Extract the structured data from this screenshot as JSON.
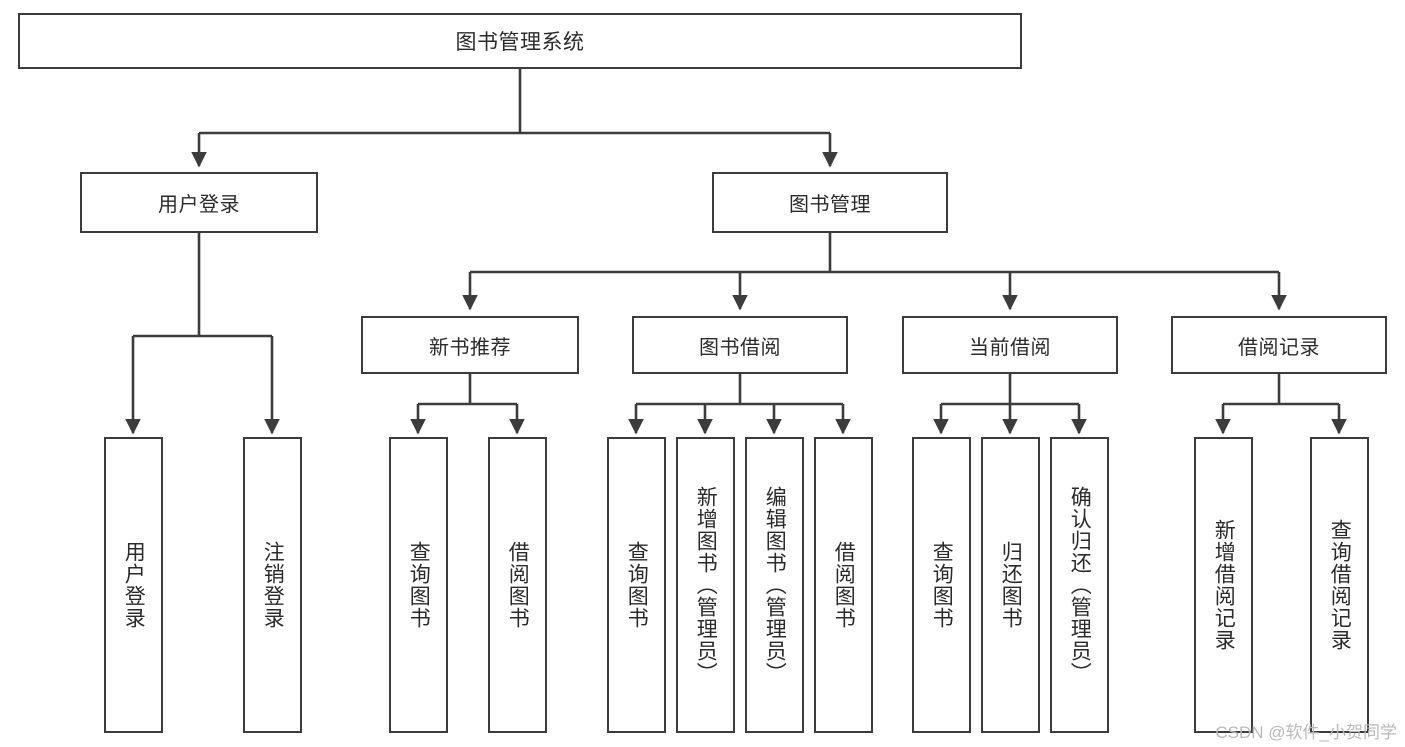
{
  "diagram": {
    "title": "图书管理系统",
    "type": "hierarchy-tree",
    "watermark": "CSDN @软件_小贺同学",
    "colors": {
      "background": "#ffffff",
      "box_border": "#3c3c3c",
      "box_fill": "#ffffff",
      "connector": "#3c3c3c",
      "text": "#2b2b2b",
      "watermark": "#b9b9b9"
    },
    "root": {
      "label": "图书管理系统"
    },
    "level2": [
      {
        "label": "用户登录"
      },
      {
        "label": "图书管理"
      }
    ],
    "level3": [
      {
        "label": "新书推荐"
      },
      {
        "label": "图书借阅"
      },
      {
        "label": "当前借阅"
      },
      {
        "label": "借阅记录"
      }
    ],
    "leaves": {
      "user_login": [
        {
          "label": "用户登录"
        },
        {
          "label": "注销登录"
        }
      ],
      "new_book_recommend": [
        {
          "label": "查询图书"
        },
        {
          "label": "借阅图书"
        }
      ],
      "book_borrow": [
        {
          "label": "查询图书"
        },
        {
          "label": "新增图书（管理员）"
        },
        {
          "label": "编辑图书（管理员）"
        },
        {
          "label": "借阅图书"
        }
      ],
      "current_borrow": [
        {
          "label": "查询图书"
        },
        {
          "label": "归还图书"
        },
        {
          "label": "确认归还（管理员）"
        }
      ],
      "borrow_record": [
        {
          "label": "新增借阅记录"
        },
        {
          "label": "查询借阅记录"
        }
      ]
    }
  }
}
